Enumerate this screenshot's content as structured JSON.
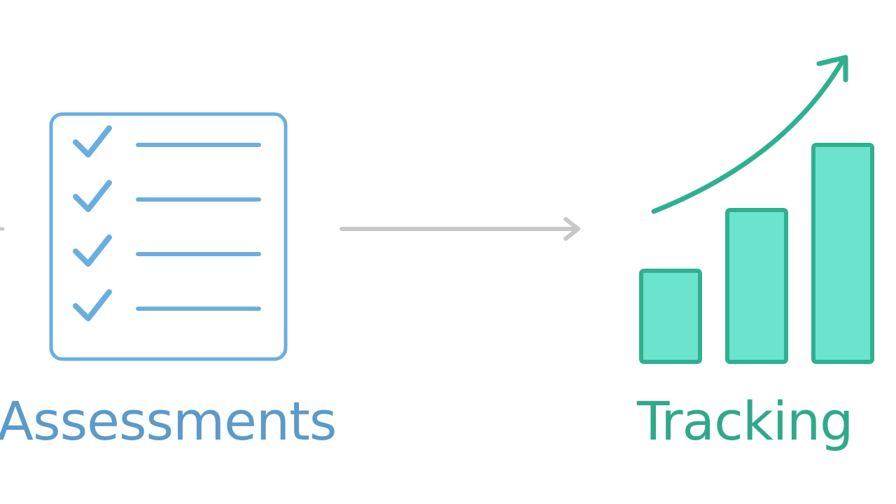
{
  "nodes": {
    "assessments": {
      "label": "Assessments",
      "icon": "checklist-icon",
      "checklist_items": 4,
      "color": "#6aaee0",
      "text_color": "#5b9ac9"
    },
    "tracking": {
      "label": "Tracking",
      "icon": "bar-chart-trend-icon",
      "bar_levels": [
        0.42,
        0.7,
        1.0
      ],
      "color": "#2fb08e",
      "fill": "#6ce3cc",
      "text_color": "#2fa98a"
    }
  },
  "connector": {
    "icon": "arrow-right-icon",
    "color": "#c8c8c8"
  }
}
